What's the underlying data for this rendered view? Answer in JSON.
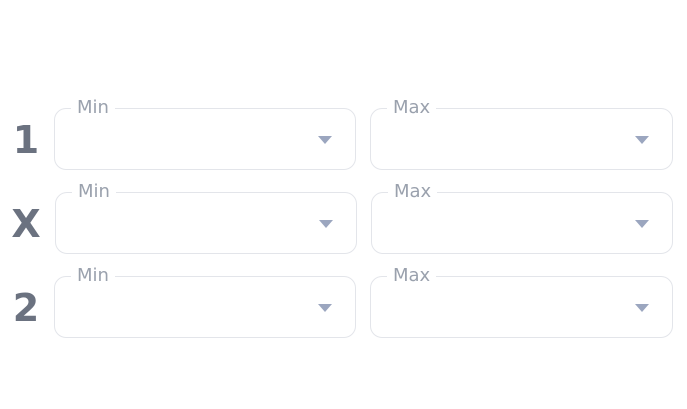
{
  "rows": [
    {
      "label": "1",
      "min": {
        "label": "Min",
        "value": ""
      },
      "max": {
        "label": "Max",
        "value": ""
      }
    },
    {
      "label": "X",
      "min": {
        "label": "Min",
        "value": ""
      },
      "max": {
        "label": "Max",
        "value": ""
      }
    },
    {
      "label": "2",
      "min": {
        "label": "Min",
        "value": ""
      },
      "max": {
        "label": "Max",
        "value": ""
      }
    }
  ],
  "icons": {
    "dropdown": "chevron-down-icon"
  },
  "colors": {
    "row_label": "#6b7280",
    "field_label": "#9aa1ad",
    "border": "#e3e5ea",
    "caret": "#9ba6bf"
  }
}
